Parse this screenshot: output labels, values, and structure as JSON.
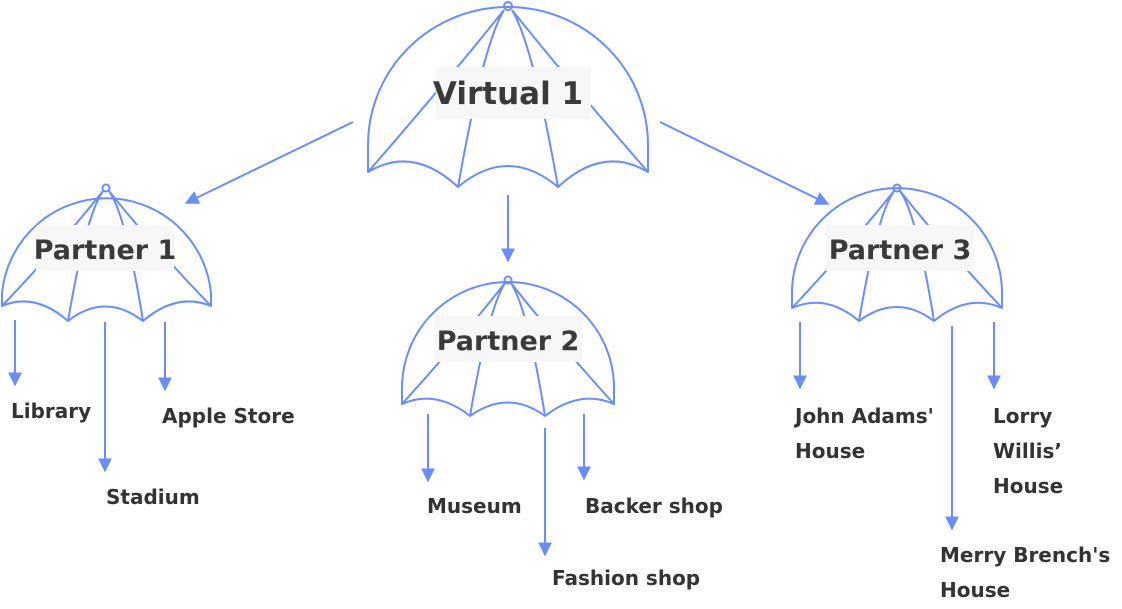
{
  "diagram": {
    "root": {
      "label": "Virtual 1"
    },
    "partners": [
      {
        "label": "Partner 1",
        "leaves": [
          "Library",
          "Stadium",
          "Apple Store"
        ]
      },
      {
        "label": "Partner 2",
        "leaves": [
          "Museum",
          "Fashion shop",
          "Backer shop"
        ]
      },
      {
        "label": "Partner 3",
        "leaves": [
          "John Adams' House",
          "Merry Brench's House",
          "Lorry Willis’ House"
        ]
      }
    ]
  },
  "colors": {
    "stroke": "#6b8ef5",
    "text": "#333333",
    "title_bg": "#f7f7f7"
  },
  "icons": {
    "node": "umbrella-icon"
  }
}
